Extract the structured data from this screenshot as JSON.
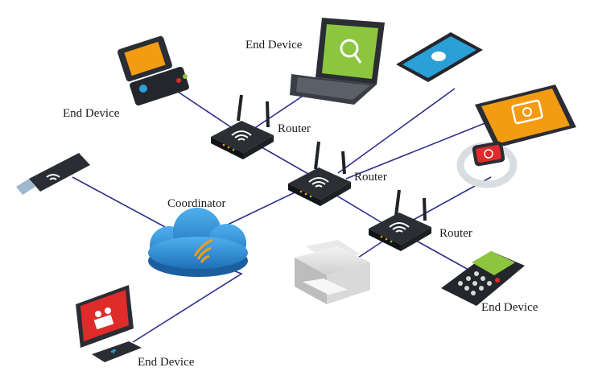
{
  "labels": {
    "end_device_console": "End Device",
    "end_device_laptop": "End Device",
    "end_device_pos": "End Device",
    "end_device_tv": "End Device",
    "router_top": "Router",
    "router_middle": "Router",
    "router_right": "Router",
    "coordinator": "Coordinator"
  },
  "colors": {
    "link": "#2e2f86",
    "router_body": "#1f2326",
    "cloud": "#2f8fd6",
    "wifi_orange": "#f39c12",
    "screen_green": "#8cc63f",
    "screen_blue": "#2a9fd8",
    "screen_orange": "#f39c12",
    "screen_red": "#e02b2b"
  },
  "icons": [
    "wifi-icon",
    "usb-dongle-icon",
    "gamepad-icon",
    "laptop-icon",
    "smartphone-icon",
    "tablet-icon",
    "smartwatch-icon",
    "printer-icon",
    "payment-terminal-icon",
    "monitor-icon",
    "cloud-icon"
  ]
}
